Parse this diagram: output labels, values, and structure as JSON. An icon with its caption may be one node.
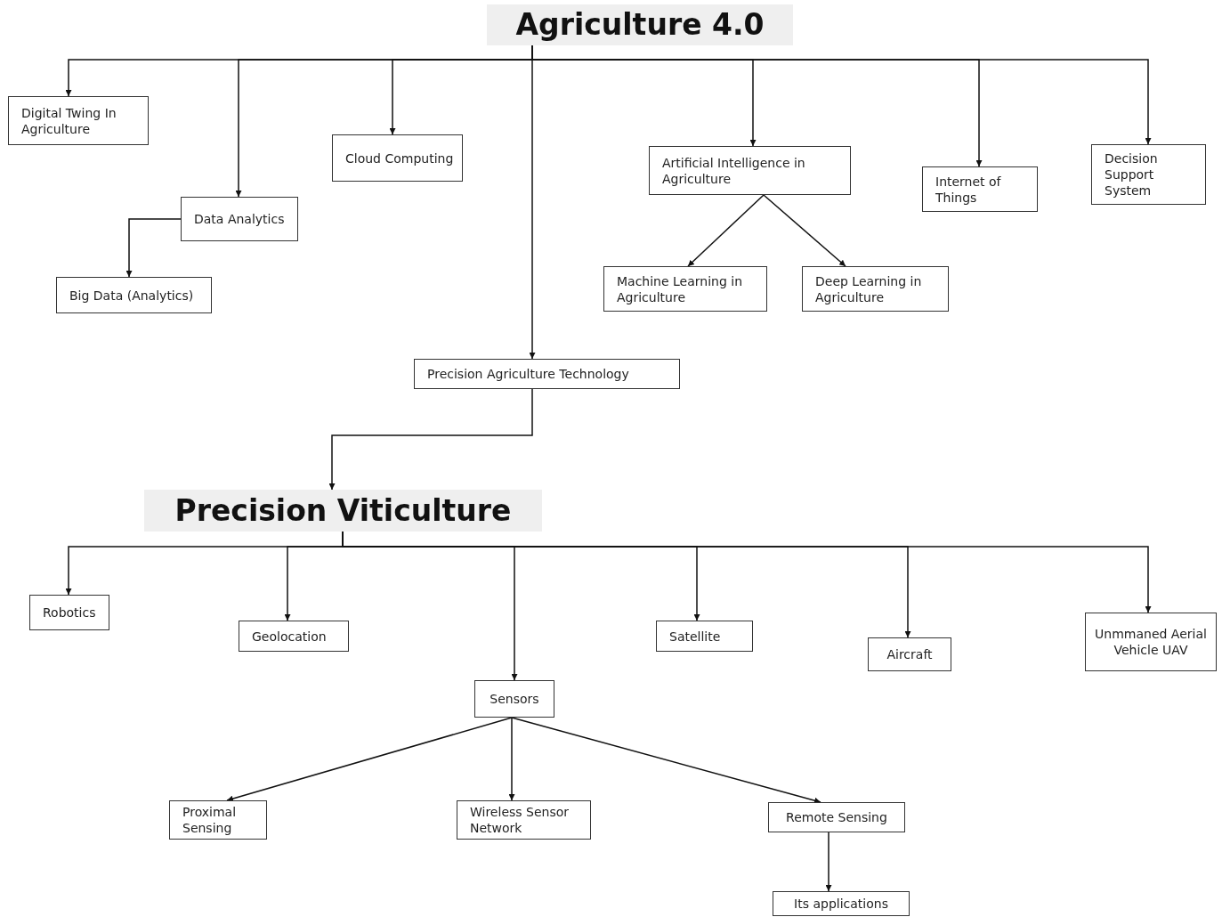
{
  "diagram": {
    "nodes": [
      {
        "text": [
          "Agriculture 4.0"
        ]
      },
      {
        "text": [
          "Digital Twing In Agriculture"
        ]
      },
      {
        "text": [
          "Data Analytics"
        ]
      },
      {
        "text": [
          "Big Data (Analytics)"
        ]
      },
      {
        "text": [
          "Cloud Computing"
        ]
      },
      {
        "text": [
          "Precision Agriculture Technology"
        ]
      },
      {
        "text": [
          "Artificial Intelligence in Agriculture"
        ]
      },
      {
        "text": [
          "Machine Learning in Agriculture"
        ]
      },
      {
        "text": [
          "Deep Learning in Agriculture"
        ]
      },
      {
        "text": [
          "Internet of Things"
        ]
      },
      {
        "text": [
          "Decision Support System"
        ]
      },
      {
        "text": [
          "Precision Viticulture"
        ]
      },
      {
        "text": [
          "Robotics"
        ]
      },
      {
        "text": [
          "Geolocation"
        ]
      },
      {
        "text": [
          "Sensors"
        ]
      },
      {
        "text": [
          "Satellite"
        ]
      },
      {
        "text": [
          "Aircraft"
        ]
      },
      {
        "text": [
          "Unmmaned Aerial Vehicle UAV"
        ]
      },
      {
        "text": [
          "Proximal Sensing"
        ]
      },
      {
        "text": [
          "Wireless Sensor Network"
        ]
      },
      {
        "text": [
          "Remote Sensing"
        ]
      },
      {
        "text": [
          "Its applications"
        ]
      }
    ],
    "edges": [
      {
        "from": 0,
        "to": 1,
        "arrow": "to"
      },
      {
        "from": 0,
        "to": 2,
        "arrow": "to"
      },
      {
        "from": 0,
        "to": 4,
        "arrow": "to"
      },
      {
        "from": 0,
        "to": 5,
        "arrow": "to"
      },
      {
        "from": 0,
        "to": 6,
        "arrow": "to"
      },
      {
        "from": 0,
        "to": 9,
        "arrow": "to"
      },
      {
        "from": 0,
        "to": 10,
        "arrow": "to"
      },
      {
        "from": 2,
        "to": 3,
        "arrow": "to"
      },
      {
        "from": 6,
        "to": 7,
        "arrow": "to"
      },
      {
        "from": 6,
        "to": 8,
        "arrow": "to"
      },
      {
        "from": 5,
        "to": 11,
        "arrow": "to"
      },
      {
        "from": 11,
        "to": 12,
        "arrow": "to"
      },
      {
        "from": 11,
        "to": 13,
        "arrow": "to"
      },
      {
        "from": 11,
        "to": 14,
        "arrow": "to"
      },
      {
        "from": 11,
        "to": 15,
        "arrow": "to"
      },
      {
        "from": 11,
        "to": 16,
        "arrow": "to"
      },
      {
        "from": 11,
        "to": 17,
        "arrow": "to"
      },
      {
        "from": 14,
        "to": 18,
        "arrow": "to"
      },
      {
        "from": 14,
        "to": 19,
        "arrow": "to"
      },
      {
        "from": 14,
        "to": 20,
        "arrow": "to"
      },
      {
        "from": 20,
        "to": 21,
        "arrow": "to"
      }
    ]
  }
}
